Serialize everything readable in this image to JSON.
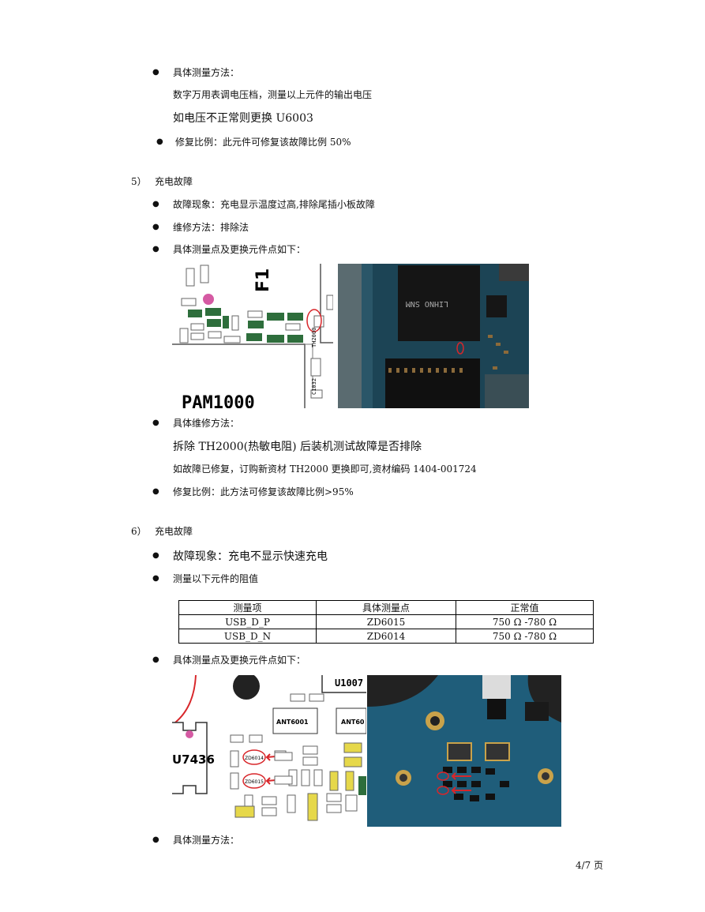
{
  "sec_prev": {
    "method_label": "具体测量方法：",
    "method_line1": "数字万用表调电压档，测量以上元件的输出电压",
    "method_line2": "如电压不正常则更换 U6003",
    "ratio": "修复比例：此元件可修复该故障比例 50%"
  },
  "sec5": {
    "heading_num": "5）",
    "heading_title": "充电故障",
    "symptom": "故障现象：充电显示温度过高,排除尾插小板故障",
    "method": "维修方法：排除法",
    "points_label": "具体测量点及更换元件点如下：",
    "schematic": {
      "big_label": "PAM1000",
      "f_label": "F1",
      "th_label": "TH2000",
      "c_label": "C1032"
    },
    "chip_marking": "LIHNO SNM",
    "repair_label": "具体维修方法：",
    "repair_line1": "拆除 TH2000(热敏电阻) 后装机测试故障是否排除",
    "repair_line2": "如故障已修复，订购新资材 TH2000 更换即可,资材编码 1404-001724",
    "ratio": "修复比例：此方法可修复该故障比例>95%"
  },
  "sec6": {
    "heading_num": "6）",
    "heading_title": "充电故障",
    "symptom": "故障现象：充电不显示快速充电",
    "measure": "测量以下元件的阻值",
    "table": {
      "headers": [
        "测量项",
        "具体测量点",
        "正常值"
      ],
      "rows": [
        [
          "USB_D_P",
          "ZD6015",
          "750 Ω -780 Ω"
        ],
        [
          "USB_D_N",
          "ZD6014",
          "750 Ω -780 Ω"
        ]
      ]
    },
    "points_label": "具体测量点及更换元件点如下：",
    "schematic": {
      "u_label": "U7436",
      "u1007": "U1007",
      "ant1": "ANT6001",
      "ant2": "ANT60",
      "zd1": "ZD6014",
      "zd2": "ZD6015"
    },
    "method_label": "具体测量方法："
  },
  "footer": {
    "page": "4/7 页"
  },
  "colors": {
    "pcb_green": "#2e6e3c",
    "board_blue": "#1f5d7a",
    "marker_red": "#d8262a"
  }
}
